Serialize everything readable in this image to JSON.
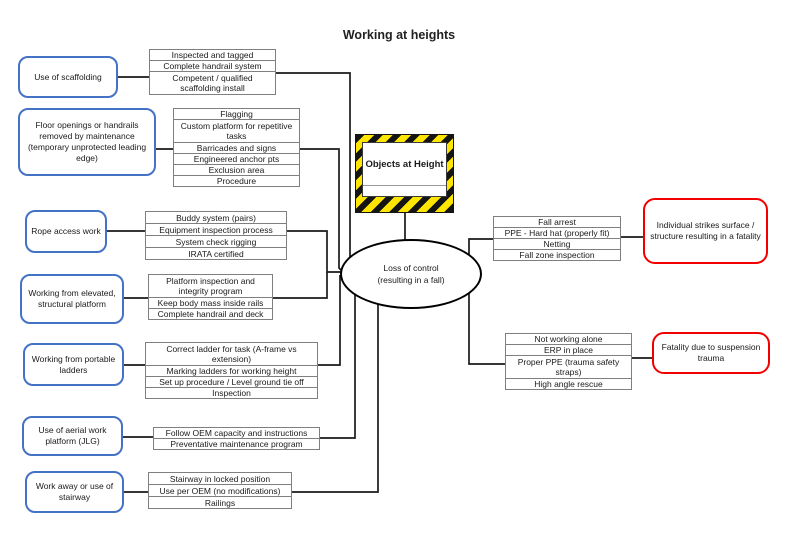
{
  "title": "Working at heights",
  "hazard": {
    "label": "Objects at Height"
  },
  "top_event": {
    "line1": "Loss of control",
    "line2": "(resulting in a fall)"
  },
  "threats": [
    {
      "label": "Use of scaffolding",
      "barriers": [
        "Inspected and tagged",
        "Complete handrail system",
        "Competent / qualified scaffolding install"
      ]
    },
    {
      "label": "Floor openings or handrails removed by maintenance (temporary unprotected leading edge)",
      "barriers": [
        "Flagging",
        "Custom platform for repetitive tasks",
        "Barricades and signs",
        "Engineered anchor pts",
        "Exclusion area",
        "Procedure"
      ]
    },
    {
      "label": "Rope access work",
      "barriers": [
        "Buddy system (pairs)",
        "Equipment inspection process",
        "System check rigging",
        "IRATA certified"
      ]
    },
    {
      "label": "Working from elevated, structural platform",
      "barriers": [
        "Platform inspection and integrity program",
        "Keep body mass inside rails",
        "Complete handrail and deck"
      ]
    },
    {
      "label": "Working from portable ladders",
      "barriers": [
        "Correct ladder for task (A-frame vs extension)",
        "Marking ladders for working height",
        "Set up procedure / Level ground tie off",
        "Inspection"
      ]
    },
    {
      "label": "Use of aerial work platform (JLG)",
      "barriers": [
        "Follow OEM capacity and instructions",
        "Preventative maintenance program"
      ]
    },
    {
      "label": "Work away or use of stairway",
      "barriers": [
        "Stairway in locked position",
        "Use per OEM (no modifications)",
        "Railings"
      ]
    }
  ],
  "consequences": [
    {
      "label": "Individual strikes surface / structure resulting in a fatality",
      "barriers": [
        "Fall arrest",
        "PPE - Hard hat (properly fit)",
        "Netting",
        "Fall zone inspection"
      ]
    },
    {
      "label": "Fatality due to suspension trauma",
      "barriers": [
        "Not working alone",
        "ERP in place",
        "Proper PPE (trauma safety straps)",
        "High angle rescue"
      ]
    }
  ],
  "colors": {
    "threat_border": "#4472c4",
    "consequence_border": "#f20000",
    "hazard_yellow": "#ffe600",
    "hazard_black": "#141414",
    "connector": "#1a1a1a",
    "barrier_border": "#7f7f7f"
  }
}
